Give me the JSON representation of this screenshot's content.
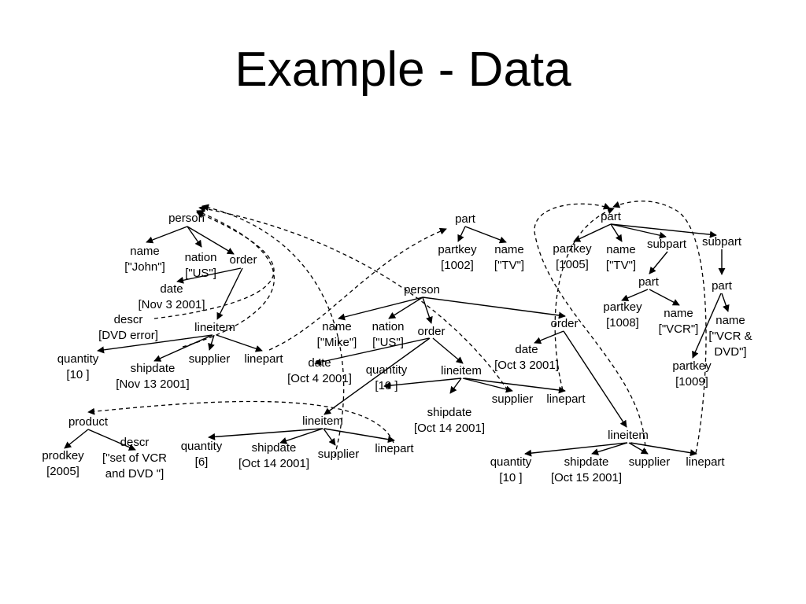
{
  "title": "Example - Data",
  "nodes": {
    "p1_person": [
      "person"
    ],
    "p1_name": [
      "name",
      "[\"John\"]"
    ],
    "p1_nation": [
      "nation",
      "[\"US\"]"
    ],
    "p1_order": [
      "order"
    ],
    "p1_date": [
      "date",
      "[Nov  3 2001]"
    ],
    "p1_descr": [
      "descr",
      "[DVD error]"
    ],
    "p1_lineitem": [
      "lineitem"
    ],
    "p1_quantity": [
      "quantity",
      "[10 ]"
    ],
    "p1_shipdate": [
      "shipdate",
      "[Nov  13 2001]"
    ],
    "p1_supplier": [
      "supplier"
    ],
    "p1_linepart": [
      "linepart"
    ],
    "product": [
      "product"
    ],
    "prodkey": [
      "prodkey",
      "[2005]"
    ],
    "prod_descr": [
      "descr",
      "[\"set of VCR",
      "and DVD \"]"
    ],
    "part1": [
      "part"
    ],
    "part1_partkey": [
      "partkey",
      "[1002]"
    ],
    "part1_name": [
      "name",
      "[\"TV\"]"
    ],
    "p2_person": [
      "person"
    ],
    "p2_name": [
      "name",
      "[\"Mike\"]"
    ],
    "p2_nation": [
      "nation",
      "[\"US\"]"
    ],
    "p2_order1": [
      "order"
    ],
    "p2_date1": [
      "date",
      "[Oct  4 2001]"
    ],
    "p2_li1": [
      "lineitem"
    ],
    "p2_li1_qty": [
      "quantity",
      "[10 ]"
    ],
    "p2_li1_ship": [
      "shipdate",
      "[Oct  14 2001]"
    ],
    "p2_li1_sup": [
      "supplier"
    ],
    "p2_li1_lp": [
      "linepart"
    ],
    "p2_li2": [
      "lineitem"
    ],
    "p2_li2_qty": [
      "quantity",
      "[6]"
    ],
    "p2_li2_ship": [
      "shipdate",
      "[Oct  14 2001]"
    ],
    "p2_li2_sup": [
      "supplier"
    ],
    "p2_li2_lp": [
      "linepart"
    ],
    "p2_order2": [
      "order"
    ],
    "p2_date2": [
      "date",
      "[Oct  3 2001]"
    ],
    "p2_li3": [
      "lineitem"
    ],
    "p2_li3_qty": [
      "quantity",
      "[10 ]"
    ],
    "p2_li3_ship": [
      "shipdate",
      "[Oct  15 2001]"
    ],
    "p2_li3_sup": [
      "supplier"
    ],
    "p2_li3_lp": [
      "linepart"
    ],
    "part2": [
      "part"
    ],
    "part2_partkey": [
      "partkey",
      "[1005]"
    ],
    "part2_name": [
      "name",
      "[\"TV\"]"
    ],
    "part2_sub1": [
      "subpart"
    ],
    "part2_sub2": [
      "subpart"
    ],
    "part3": [
      "part"
    ],
    "part3_partkey": [
      "partkey",
      "[1008]"
    ],
    "part3_name": [
      "name",
      "[\"VCR\"]"
    ],
    "part4": [
      "part"
    ],
    "part4_name": [
      "name",
      "[\"VCR &",
      "DVD\"]"
    ],
    "part4_partkey": [
      "partkey",
      "[1009]"
    ]
  },
  "edges": [
    [
      "p1_person",
      "p1_name"
    ],
    [
      "p1_person",
      "p1_nation"
    ],
    [
      "p1_person",
      "p1_order"
    ],
    [
      "p1_order",
      "p1_date"
    ],
    [
      "p1_order",
      "p1_lineitem"
    ],
    [
      "p1_lineitem",
      "p1_quantity"
    ],
    [
      "p1_lineitem",
      "p1_shipdate"
    ],
    [
      "p1_lineitem",
      "p1_supplier"
    ],
    [
      "p1_lineitem",
      "p1_linepart"
    ],
    [
      "product",
      "prodkey"
    ],
    [
      "product",
      "prod_descr"
    ],
    [
      "part1",
      "part1_partkey"
    ],
    [
      "part1",
      "part1_name"
    ],
    [
      "p2_person",
      "p2_name"
    ],
    [
      "p2_person",
      "p2_nation"
    ],
    [
      "p2_person",
      "p2_order1"
    ],
    [
      "p2_person",
      "p2_order2"
    ],
    [
      "p2_order1",
      "p2_date1"
    ],
    [
      "p2_order1",
      "p2_li1"
    ],
    [
      "p2_order1",
      "p2_li2"
    ],
    [
      "p2_li1",
      "p2_li1_qty"
    ],
    [
      "p2_li1",
      "p2_li1_ship"
    ],
    [
      "p2_li1",
      "p2_li1_sup"
    ],
    [
      "p2_li1",
      "p2_li1_lp"
    ],
    [
      "p2_li2",
      "p2_li2_qty"
    ],
    [
      "p2_li2",
      "p2_li2_ship"
    ],
    [
      "p2_li2",
      "p2_li2_sup"
    ],
    [
      "p2_li2",
      "p2_li2_lp"
    ],
    [
      "p2_order2",
      "p2_date2"
    ],
    [
      "p2_order2",
      "p2_li3"
    ],
    [
      "p2_li3",
      "p2_li3_qty"
    ],
    [
      "p2_li3",
      "p2_li3_ship"
    ],
    [
      "p2_li3",
      "p2_li3_sup"
    ],
    [
      "p2_li3",
      "p2_li3_lp"
    ],
    [
      "part2",
      "part2_partkey"
    ],
    [
      "part2",
      "part2_name"
    ],
    [
      "part2",
      "part2_sub1"
    ],
    [
      "part2",
      "part2_sub2"
    ],
    [
      "part2_sub1",
      "part3"
    ],
    [
      "part2_sub2",
      "part4"
    ],
    [
      "part3",
      "part3_partkey"
    ],
    [
      "part3",
      "part3_name"
    ],
    [
      "part4",
      "part4_name"
    ],
    [
      "part4",
      "part4_partkey"
    ]
  ],
  "references": [
    [
      "p1_descr",
      "p1_person"
    ],
    [
      "p1_supplier",
      "p1_person"
    ],
    [
      "p1_linepart",
      "part1"
    ],
    [
      "p2_li2_sup",
      "p1_person"
    ],
    [
      "p2_li1_sup",
      "p1_person"
    ],
    [
      "p2_li2_lp",
      "product"
    ],
    [
      "p2_li1_lp",
      "part1"
    ],
    [
      "p2_li3_sup",
      "part2"
    ],
    [
      "p2_li3_lp",
      "part2"
    ]
  ]
}
